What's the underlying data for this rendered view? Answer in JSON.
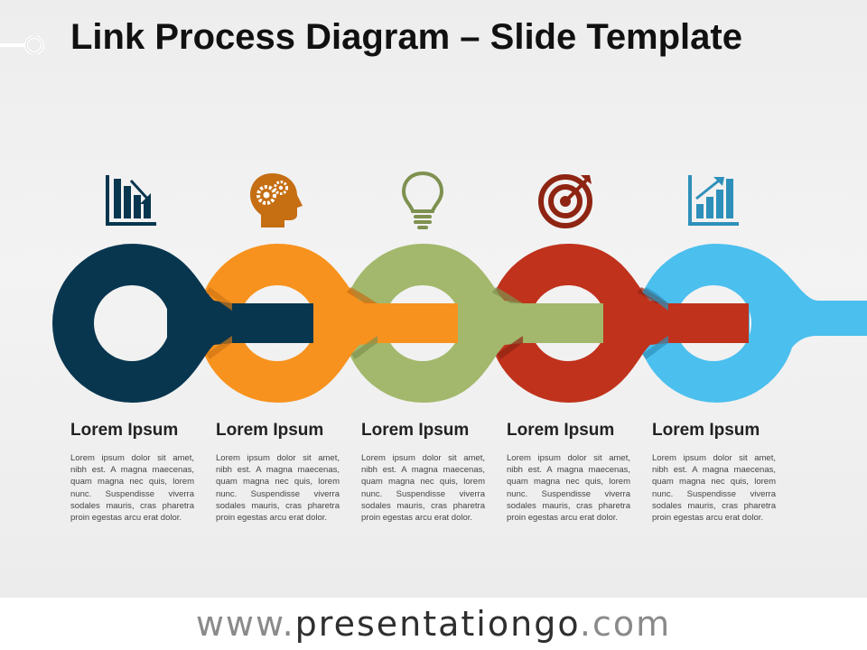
{
  "title": "Link Process Diagram – Slide Template",
  "steps": [
    {
      "heading": "Lorem Ipsum",
      "color": "#08364F",
      "icon": "chart-down-icon",
      "text": "Lorem ipsum dolor sit amet, nibh est. A magna maecenas, quam magna nec quis, lorem nunc. Suspendisse viverra sodales mauris, cras pharetra proin egestas arcu erat dolor."
    },
    {
      "heading": "Lorem Ipsum",
      "color": "#F7921E",
      "icon": "head-gears-icon",
      "text": "Lorem ipsum dolor sit amet, nibh est. A magna maecenas, quam magna nec quis, lorem nunc. Suspendisse viverra sodales mauris, cras pharetra proin egestas arcu erat dolor."
    },
    {
      "heading": "Lorem Ipsum",
      "color": "#A3B86C",
      "icon": "lightbulb-icon",
      "text": "Lorem ipsum dolor sit amet, nibh est. A magna maecenas, quam magna nec quis, lorem nunc. Suspendisse viverra sodales mauris, cras pharetra proin egestas arcu erat dolor."
    },
    {
      "heading": "Lorem Ipsum",
      "color": "#C0321C",
      "icon": "target-icon",
      "text": "Lorem ipsum dolor sit amet, nibh est. A magna maecenas, quam magna nec quis, lorem nunc. Suspendisse viverra sodales mauris, cras pharetra proin egestas arcu erat dolor."
    },
    {
      "heading": "Lorem Ipsum",
      "color": "#4BBFEE",
      "icon": "chart-up-icon",
      "text": "Lorem ipsum dolor sit amet, nibh est. A magna maecenas, quam magna nec quis, lorem nunc. Suspendisse viverra sodales mauris, cras pharetra proin egestas arcu erat dolor."
    }
  ],
  "footer": {
    "prefix": "www.",
    "brand": "presentationgo",
    "suffix": ".com"
  }
}
